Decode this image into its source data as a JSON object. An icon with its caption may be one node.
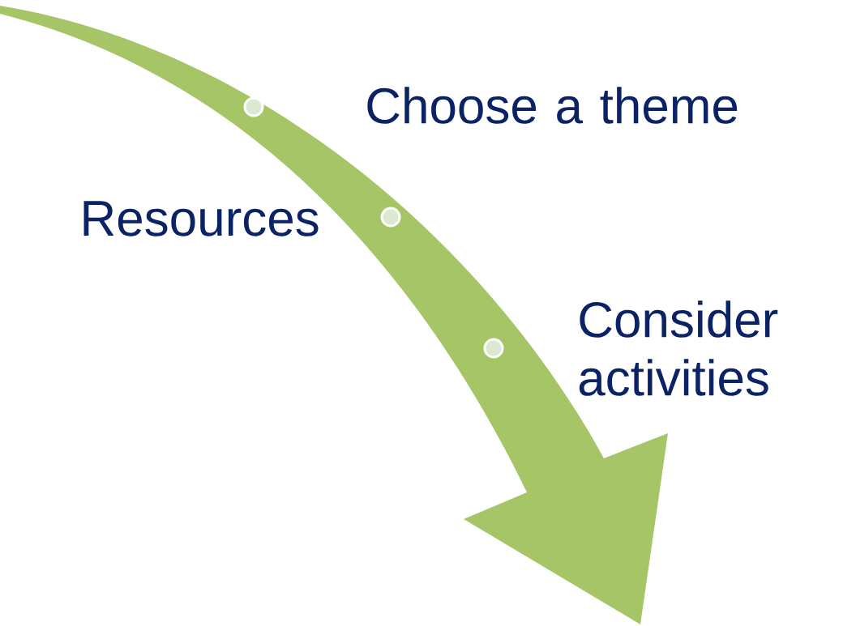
{
  "diagram": {
    "nodes": [
      {
        "text": [],
        "shape": "circle",
        "beside": [
          "Choose a theme"
        ]
      },
      {
        "text": [],
        "shape": "circle",
        "beside": [
          "Resources"
        ]
      },
      {
        "text": [],
        "shape": "circle",
        "beside": [
          "Consider activities"
        ]
      }
    ]
  }
}
